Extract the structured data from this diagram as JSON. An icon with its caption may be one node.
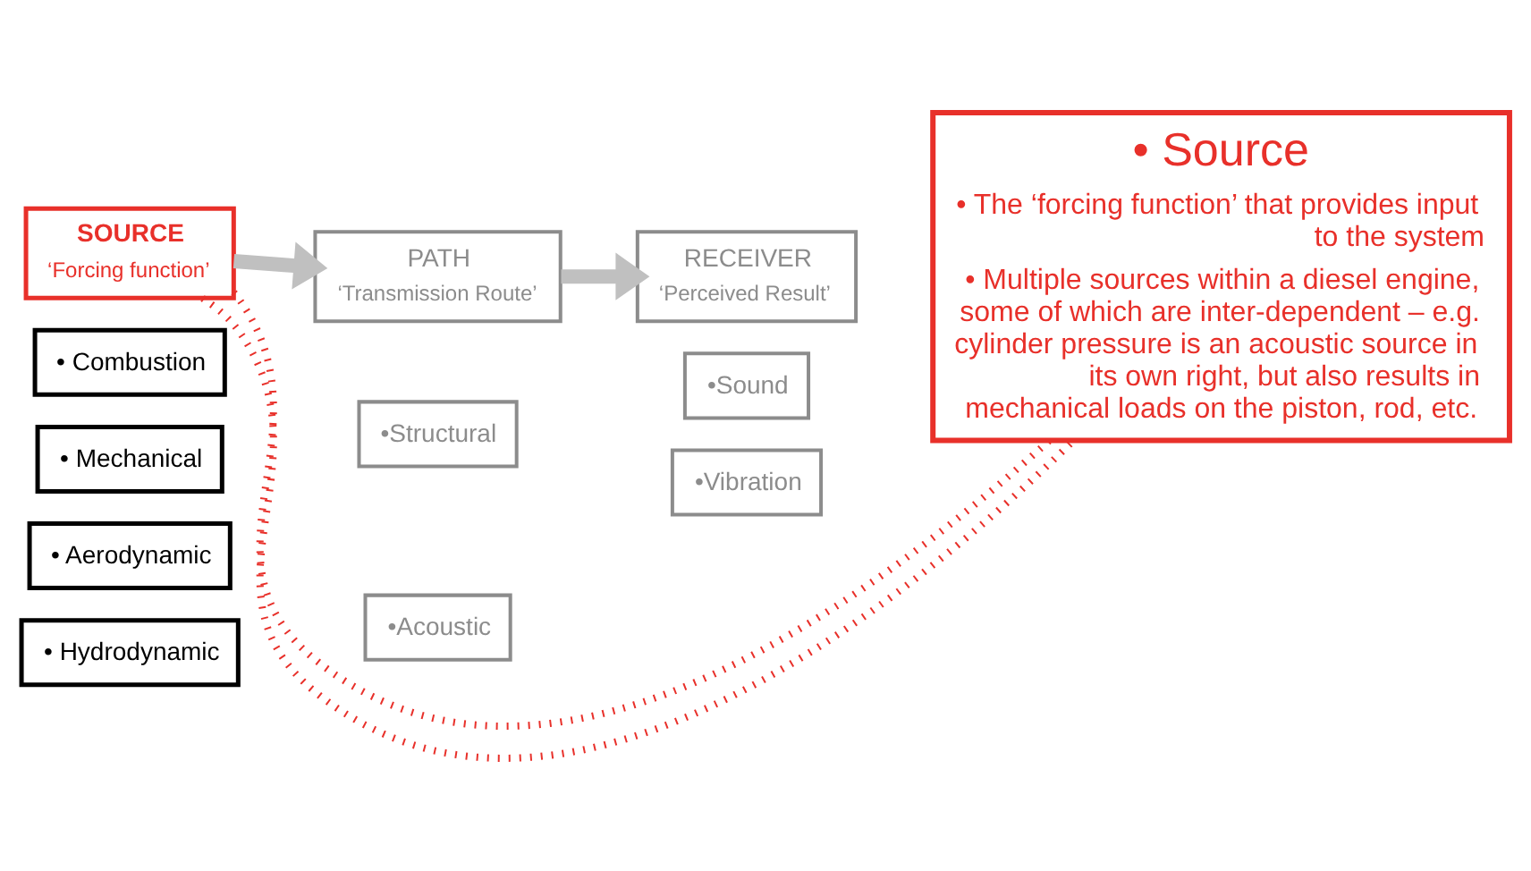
{
  "diagram": {
    "nodes": [
      {
        "text": [
          "SOURCE",
          "‘Forcing function’"
        ]
      },
      {
        "text": [
          "PATH",
          "‘Transmission Route’"
        ]
      },
      {
        "text": [
          "RECEIVER",
          "‘Perceived Result’"
        ]
      },
      {
        "text": [
          "• Source",
          "• The ‘forcing function’ that provides input to the system",
          "• Multiple sources within a diesel engine, some of which are inter-dependent – e.g. cylinder pressure is an acoustic source in its own right, but also results in mechanical loads on the piston, rod, etc."
        ]
      },
      {
        "text": [
          "• Combustion"
        ]
      },
      {
        "text": [
          "• Mechanical"
        ]
      },
      {
        "text": [
          "• Aerodynamic"
        ]
      },
      {
        "text": [
          "• Hydrodynamic"
        ]
      },
      {
        "text": [
          "•Structural"
        ]
      },
      {
        "text": [
          "•Sound"
        ]
      },
      {
        "text": [
          "•Acoustic"
        ]
      },
      {
        "text": [
          "•Vibration"
        ]
      }
    ],
    "edges": [
      {
        "from": 0,
        "to": 1,
        "arrow": "to",
        "style": "thick",
        "color": "#c0c0c0"
      },
      {
        "from": 1,
        "to": 2,
        "arrow": "to",
        "style": "thick",
        "color": "#c0c0c0"
      },
      {
        "from": 0,
        "to": 3,
        "arrow": "none",
        "style": "dashed",
        "color": "#e8302a"
      },
      {
        "from": 0,
        "to": 3,
        "arrow": "none",
        "style": "dashed",
        "color": "#e8302a"
      }
    ]
  }
}
